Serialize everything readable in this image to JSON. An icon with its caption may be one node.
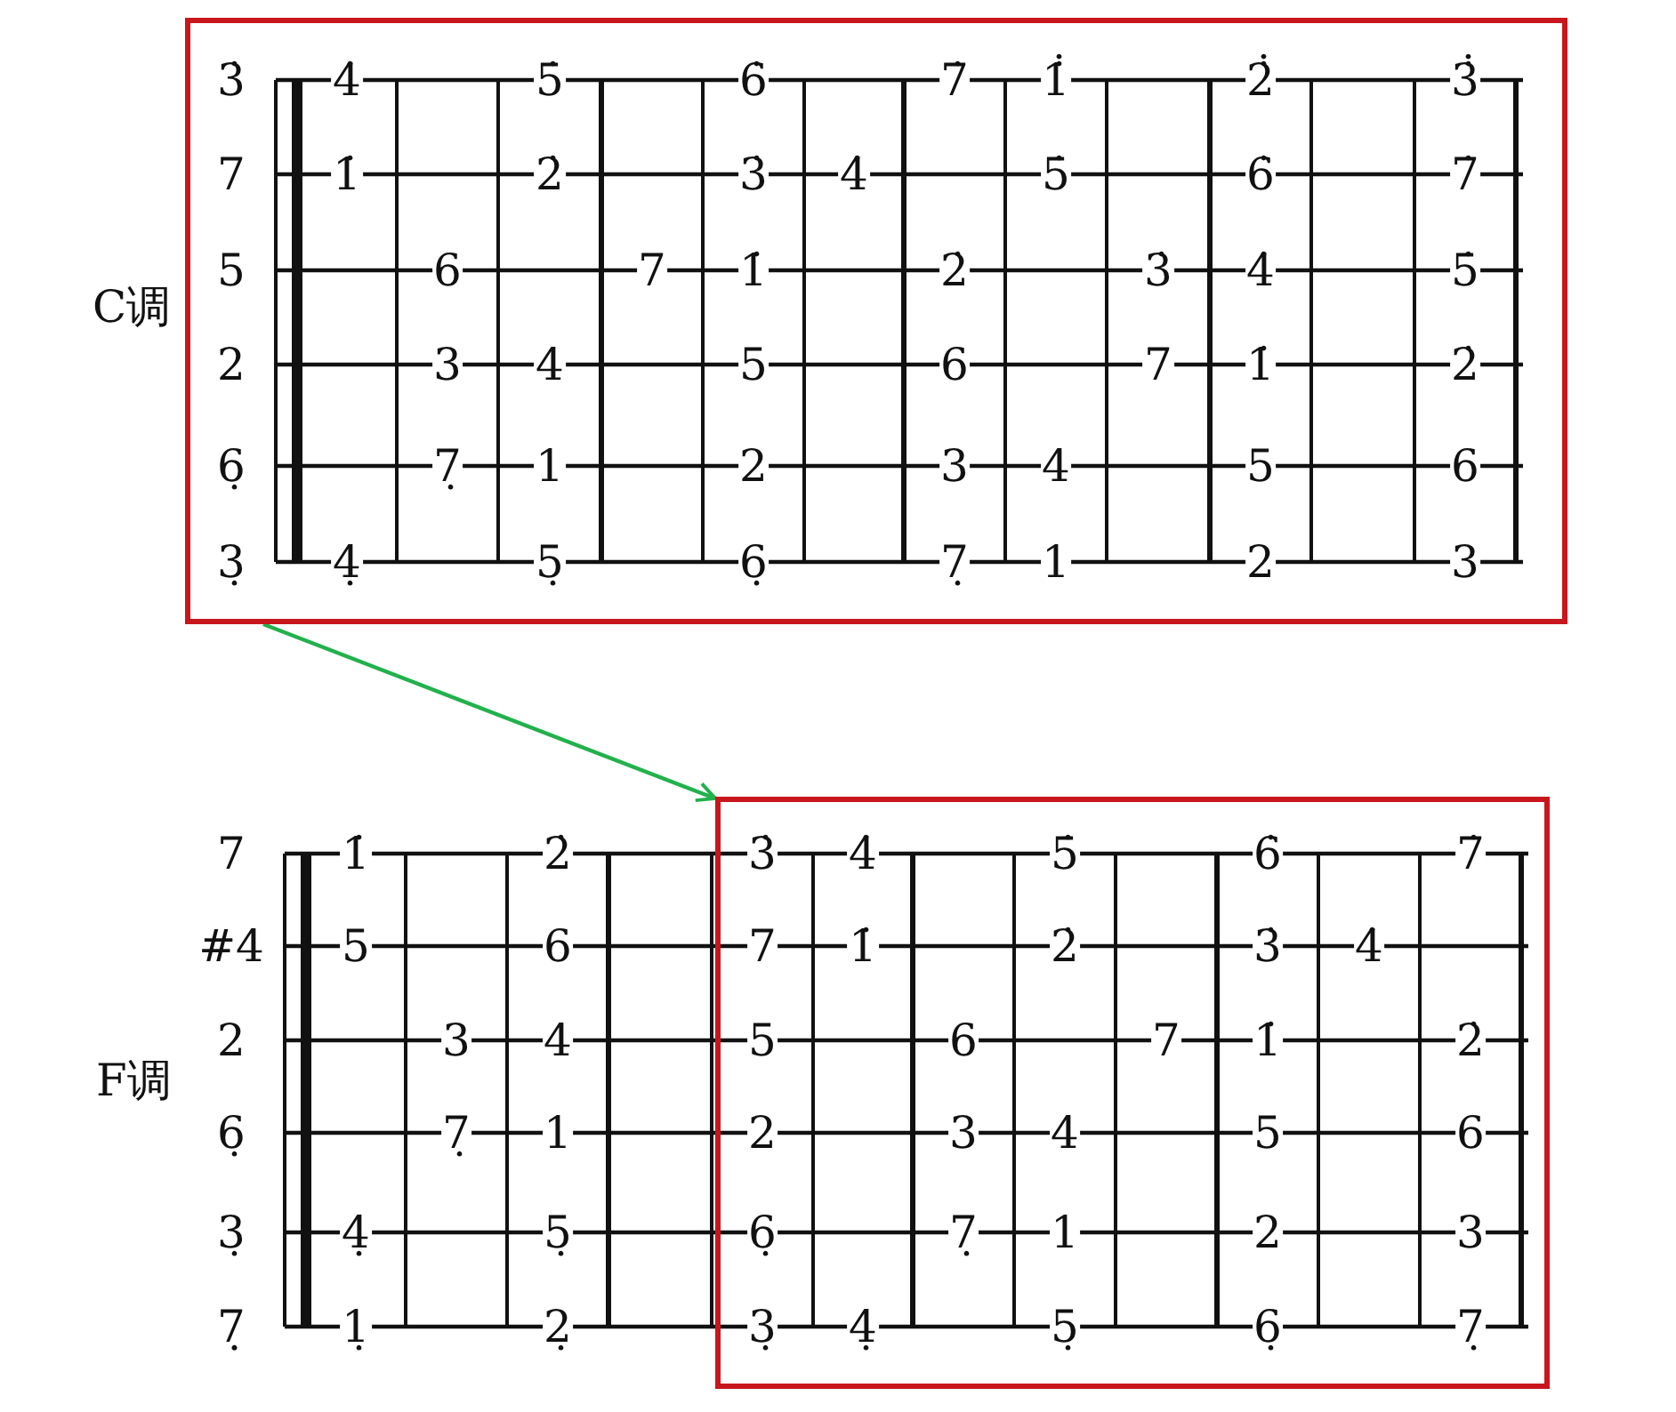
{
  "diagram": {
    "nodes": [
      {
        "text": [],
        "shape": "box"
      },
      {
        "text": [],
        "shape": "box"
      }
    ],
    "edges": [
      {
        "from": 0,
        "to": 1,
        "arrow": "to",
        "color": "#22b14c"
      }
    ],
    "labels": [
      "C调",
      "3̇",
      "4̇",
      "5̇",
      "6̇",
      "7̇",
      "1̇̇",
      "2̇̇",
      "3̇̇",
      "7",
      "1̇",
      "2̇",
      "3̇",
      "4̇",
      "5̇",
      "6̇",
      "7̇",
      "5",
      "6",
      "7",
      "1̇",
      "2̇",
      "3̇",
      "4̇",
      "5̇",
      "2",
      "3",
      "4",
      "5",
      "6",
      "7",
      "1̇",
      "2̇",
      "6̣",
      "7̣",
      "1",
      "2",
      "3",
      "4",
      "5",
      "6",
      "3̣",
      "4̣",
      "5̣",
      "6̣",
      "7̣",
      "1",
      "2",
      "3",
      "F调",
      "7",
      "1̇",
      "2̇",
      "3̇",
      "4̇",
      "5̇",
      "6̇",
      "7̇",
      "#4",
      "5",
      "6",
      "7",
      "1̇",
      "2̇",
      "3̇",
      "4̇",
      "2",
      "3",
      "4",
      "5",
      "6",
      "7",
      "1̇",
      "2̇",
      "6̣",
      "7̣",
      "1",
      "2",
      "3",
      "4",
      "5",
      "6",
      "3̣",
      "4̣",
      "5̣",
      "6̣",
      "7̣",
      "1",
      "2",
      "3",
      "7̣̣",
      "1̣",
      "2̣",
      "3̣",
      "4̣",
      "5̣",
      "6̣",
      "7̣"
    ]
  }
}
